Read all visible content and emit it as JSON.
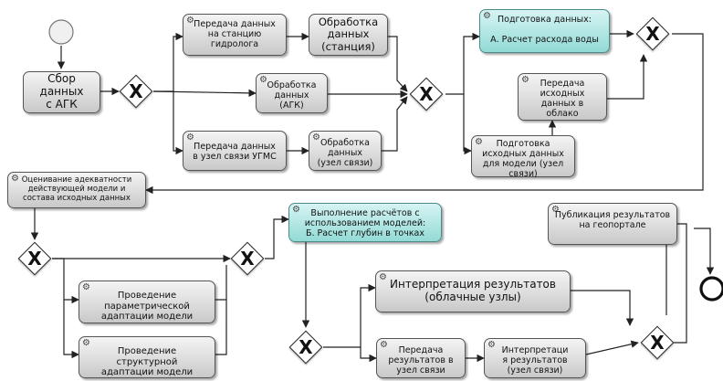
{
  "tasks": {
    "collect_agk": "Сбор\nданных\nс АГК",
    "transfer_hydrologist": "Передача данных\nна станцию\nгидролога",
    "process_station": "Обработка\nданных\n(станция)",
    "process_agk": "Обработка\nданных\n(АГК)",
    "transfer_ugms": "Передача данных\nв узел связи УГМС",
    "process_comm_node": "Обработка\nданных\n(узел связи)",
    "prepare_data_flow": "Подготовка данных:\n\nА. Расчет расхода воды",
    "transfer_cloud": "Передача\nисходных\nданных в\nоблако",
    "prepare_model_input": "Подготовка\nисходных данных\nдля модели (узел\nсвязи)",
    "assess_model": "Оценивание адекватности\nдействующей модели и\nсостава исходных данных",
    "model_calc_depth": "Выполнение расчётов с\nиспользованием моделей:\nБ. Расчет глубин в точках",
    "param_adaptation": "Проведение\nпараметрической\nадаптации модели",
    "struct_adaptation": "Проведение\nструктурной\nадаптации модели",
    "interpret_cloud": "Интерпретация результатов\n(облачные узлы)",
    "transfer_results": "Передача\nрезультатов в\nузел связи",
    "interpret_comm_node": "Интерпретаци\nя результатов\n(узел связи)",
    "publish_geoportal": "Публикация результатов\nна геопортале"
  },
  "gateway_symbol": "X",
  "task_icon": "gear-icon",
  "colors": {
    "task_fill": "#dcdcdc",
    "highlight_fill": "#a8e3e0",
    "stroke": "#333333"
  }
}
